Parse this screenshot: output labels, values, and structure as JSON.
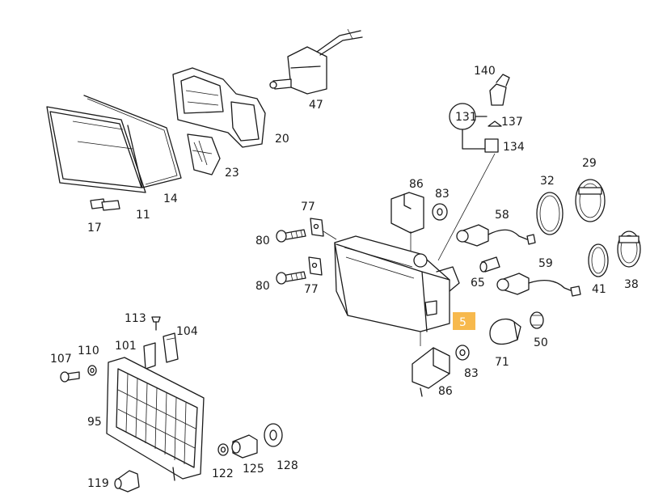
{
  "colors": {
    "line": "#1a1a1a",
    "background": "#ffffff",
    "highlight": "#f7b94d"
  },
  "labels": {
    "p140": "140",
    "p131": "131",
    "p137": "137",
    "p134": "134",
    "p47": "47",
    "p20": "20",
    "p23": "23",
    "p14": "14",
    "p11": "11",
    "p17": "17",
    "p86a": "86",
    "p83a": "83",
    "p77a": "77",
    "p80a": "80",
    "p80b": "80",
    "p77b": "77",
    "p58": "58",
    "p32": "32",
    "p29": "29",
    "p59": "59",
    "p65": "65",
    "p41": "41",
    "p38": "38",
    "p5": "5",
    "p71": "71",
    "p50": "50",
    "p83b": "83",
    "p86b": "86",
    "p113": "113",
    "p104": "104",
    "p107": "107",
    "p110": "110",
    "p101": "101",
    "p95": "95",
    "p122": "122",
    "p125": "125",
    "p128": "128",
    "p119": "119"
  },
  "highlighted_part": "5"
}
